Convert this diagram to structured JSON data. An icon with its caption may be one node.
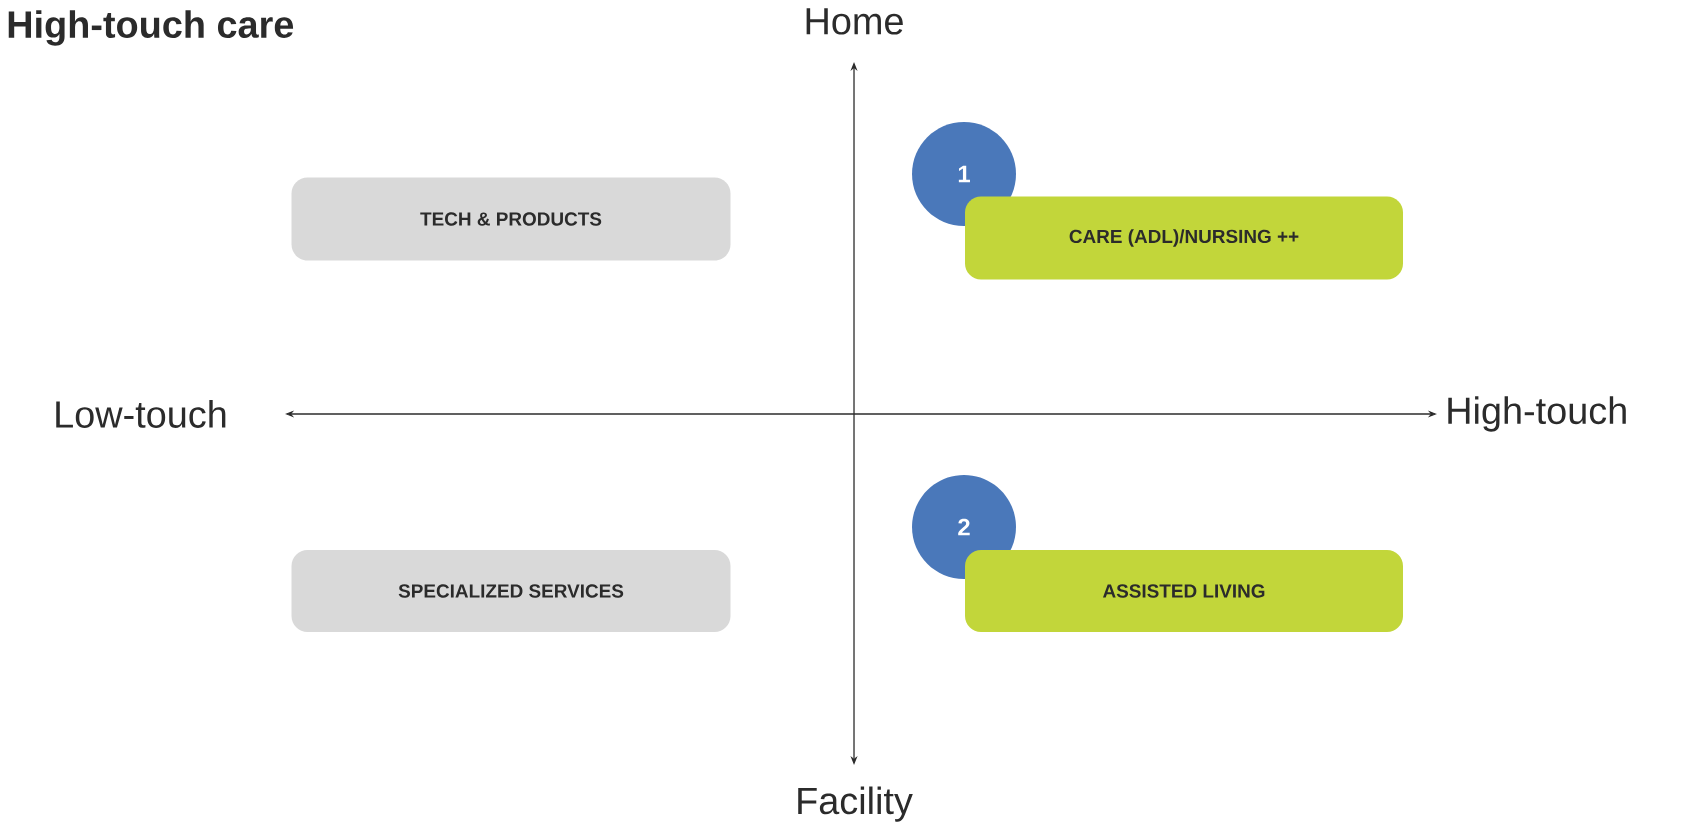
{
  "diagram": {
    "title": "High-touch care",
    "nodes": [
      {
        "text": [
          "TECH & PRODUCTS"
        ]
      },
      {
        "text": [
          "1"
        ]
      },
      {
        "text": [
          "CARE (ADL)/NURSING ++"
        ]
      },
      {
        "text": [
          "2"
        ]
      },
      {
        "text": [
          "SPECIALIZED SERVICES"
        ]
      },
      {
        "text": [
          "ASSISTED LIVING"
        ]
      }
    ],
    "edges": [],
    "labels": [
      "Home",
      "Low-touch",
      "High-touch",
      "Facility"
    ]
  }
}
